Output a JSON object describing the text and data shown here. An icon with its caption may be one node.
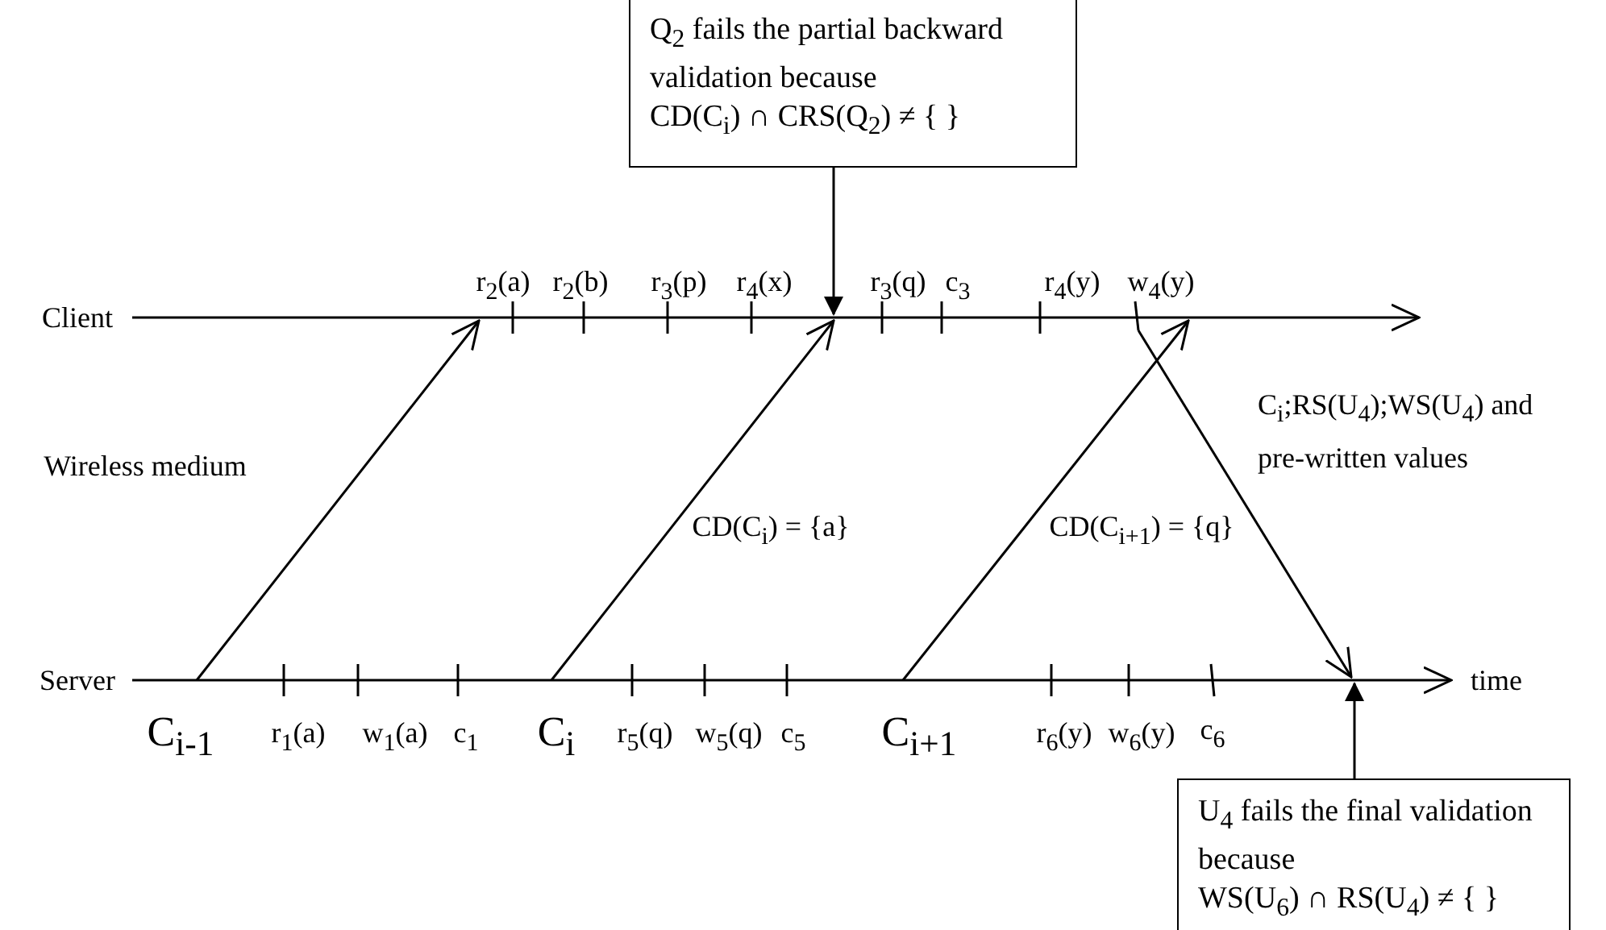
{
  "diagram": {
    "nodes": [
      {
        "text": [
          "Q$_{2}$ fails the partial backward validation because",
          "CD(C$_{i}$) ∩ CRS(Q$_{2}$) ≠ { }"
        ]
      },
      {
        "text": [
          "U$_{4}$ fails the final validation because",
          "WS(U$_{6}$) ∩ RS(U$_{4}$) ≠ { }"
        ]
      }
    ],
    "edges": [
      {
        "from": 0,
        "to": null,
        "arrow": "to"
      },
      {
        "from": 1,
        "to": null,
        "arrow": "to"
      }
    ],
    "labels": [
      "r$_{2}$(a)",
      "r$_{2}$(b)",
      "r$_{3}$(p)",
      "r$_{4}$(x)",
      "r$_{3}$(q)",
      "c$_{3}$",
      "r$_{4}$(y)",
      "w$_{4}$(y)",
      "Client",
      "C$_{i}$;RS(U$_{4}$);WS(U$_{4}$) and pre-written values",
      "Wireless medium",
      "CD(C$_{i}$) = {a}",
      "CD(C$_{i+1}$) = {q}",
      "Server",
      "time",
      "C$_{i-1}$",
      "r$_{1}$(a)",
      "w$_{1}$(a)",
      "c$_{1}$",
      "C$_{i}$",
      "r$_{5}$(q)",
      "w$_{5}$(q)",
      "c$_{5}$",
      "C$_{i+1}$",
      "r$_{6}$(y)",
      "w$_{6}$(y)",
      "c$_{6}$"
    ]
  }
}
